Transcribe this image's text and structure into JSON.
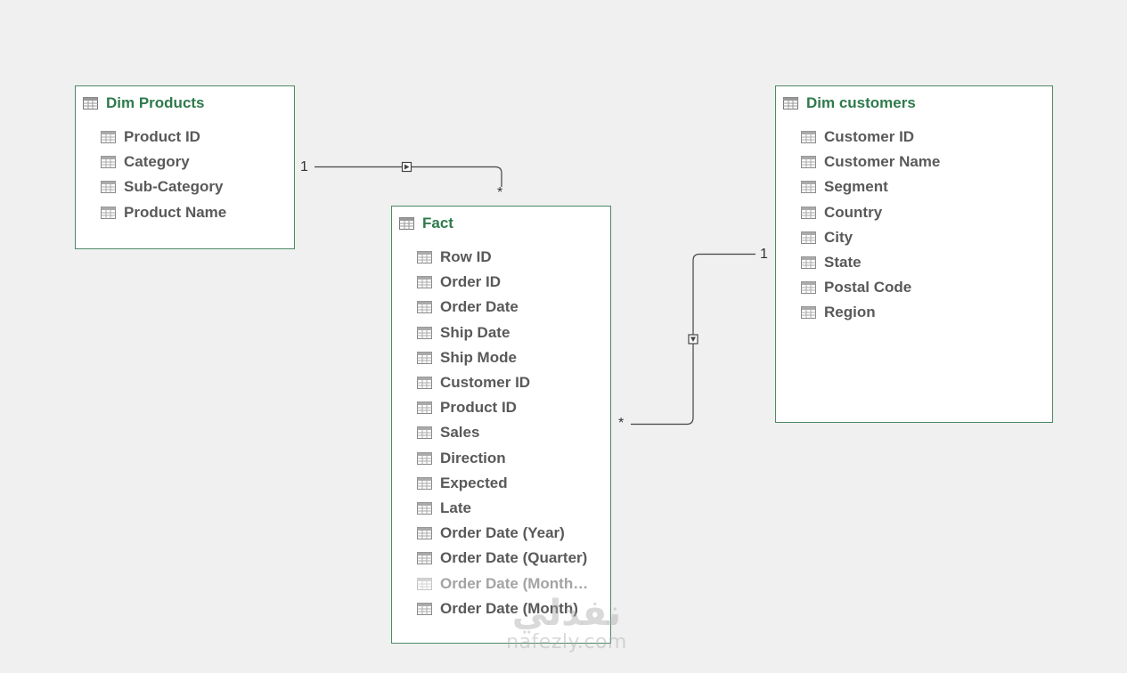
{
  "tables": {
    "products": {
      "title": "Dim Products",
      "fields": [
        "Product ID",
        "Category",
        "Sub-Category",
        "Product Name"
      ]
    },
    "customers": {
      "title": "Dim customers",
      "fields": [
        "Customer ID",
        "Customer Name",
        "Segment",
        "Country",
        "City",
        "State",
        "Postal Code",
        "Region"
      ]
    },
    "fact": {
      "title": "Fact",
      "fields": [
        "Row ID",
        "Order ID",
        "Order Date",
        "Ship Date",
        "Ship Mode",
        "Customer ID",
        "Product ID",
        "Sales",
        "Direction",
        "Expected",
        "Late",
        "Order Date (Year)",
        "Order Date (Quarter)",
        "Order Date (Month…",
        "Order Date (Month)"
      ],
      "dimmed_field_index": 13
    }
  },
  "relationships": {
    "products_fact": {
      "one": "1",
      "many": "*"
    },
    "customers_fact": {
      "one": "1",
      "many": "*"
    }
  },
  "colors": {
    "background": "#f0f0f0",
    "table_border": "#4d8a66",
    "title_text": "#2f7a4d",
    "field_text": "#595959",
    "line": "#444444"
  },
  "watermark": {
    "arabic": "نفذلي",
    "latin": "nafezly.com"
  }
}
